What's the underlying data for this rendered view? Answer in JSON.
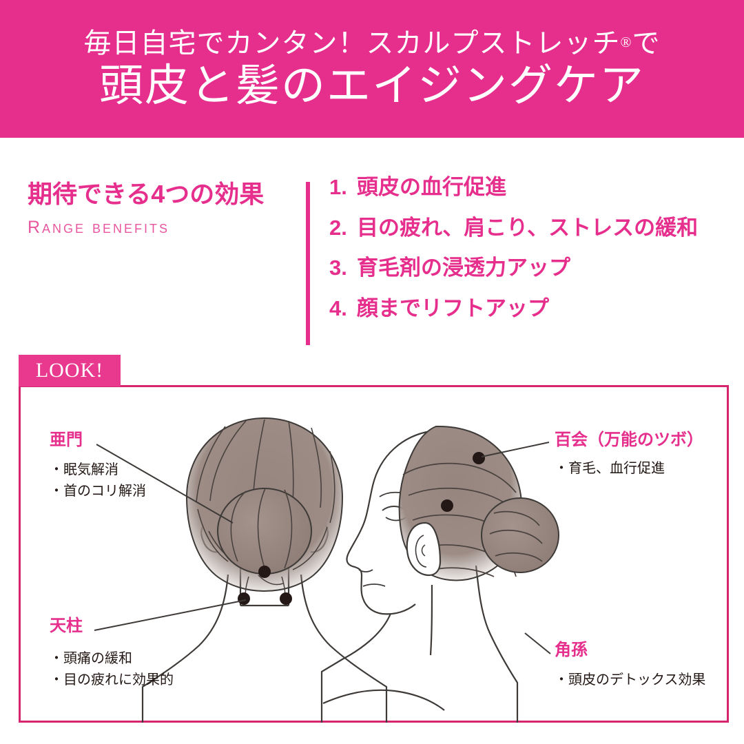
{
  "header": {
    "line1_prefix": "毎日自宅でカンタン！スカルプストレッチ",
    "line1_reg": "®",
    "line1_suffix": "で",
    "line2": "頭皮と髪のエイジングケア",
    "bg_color": "#e62e8d",
    "text_color": "#ffffff"
  },
  "benefits": {
    "title": "期待できる4つの効果",
    "subtitle": "Range benefits",
    "accent_color": "#e62e8d",
    "items": [
      {
        "num": "1.",
        "text": "頭皮の血行促進"
      },
      {
        "num": "2.",
        "text": "目の疲れ、肩こり、ストレスの緩和"
      },
      {
        "num": "3.",
        "text": "育毛剤の浸透力アップ"
      },
      {
        "num": "4.",
        "text": "顔までリフトアップ"
      }
    ]
  },
  "look_panel": {
    "tab_label": "LOOK!",
    "tab_bg": "#e8398e",
    "border_color": "#d6246f",
    "labels": {
      "amon": {
        "name": "亜門",
        "items": [
          "・眠気解消",
          "・首のコリ解消"
        ]
      },
      "tenchu": {
        "name": "天柱",
        "items": [
          "・頭痛の緩和",
          "・目の疲れに効果的"
        ]
      },
      "hyakue": {
        "name": "百会（万能のツボ）",
        "items": [
          "・育毛、血行促進"
        ]
      },
      "kakuson": {
        "name": "角孫",
        "items": [
          "・頭皮のデトックス効果"
        ]
      }
    },
    "illustration": {
      "back_head_alt": "後頭部イラスト",
      "side_head_alt": "横顔イラスト",
      "hair_color": "#9c8c85",
      "outline_color": "#3e3a38",
      "point_color": "#231815"
    }
  }
}
